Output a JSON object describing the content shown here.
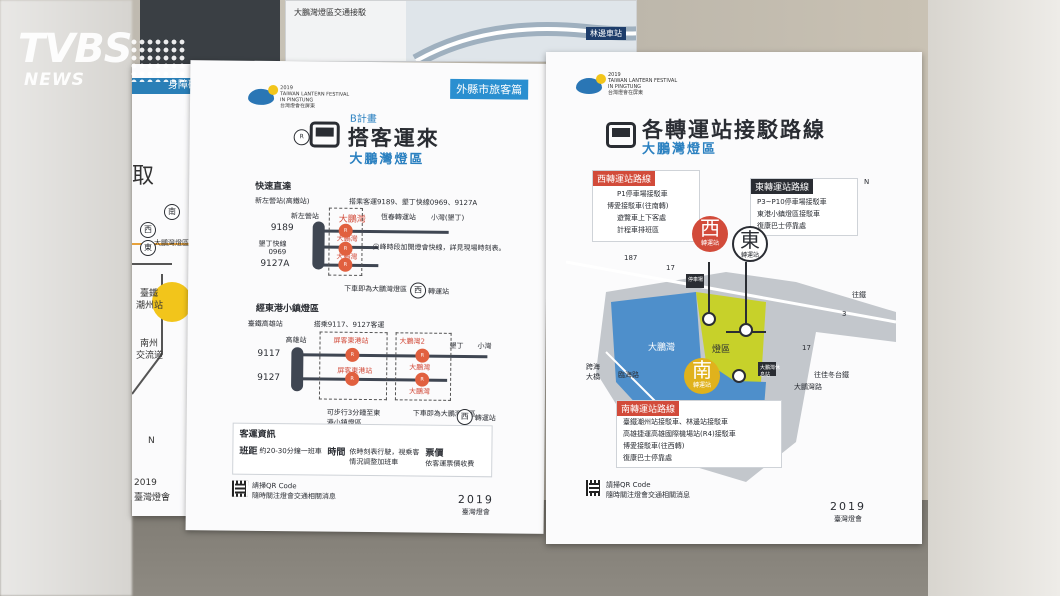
{
  "watermark": {
    "line1": "TVBS",
    "line2": "NEWS"
  },
  "top_poster": {
    "title": "大鵬灣燈區交通接駁",
    "station_label": "林邊車站"
  },
  "left_poster": {
    "tag": "身障礙篇",
    "big_char": "取",
    "labels": [
      "西",
      "南",
      "東",
      "大鵬灣燈區",
      "臺鐵",
      "潮州站",
      "南州",
      "交流道",
      "N",
      "2019",
      "臺灣燈會"
    ]
  },
  "middle_poster": {
    "logo_text": [
      "2019",
      "TAIWAN LANTERN FESTIVAL",
      "IN PINGTUNG",
      "台灣燈會在屏東"
    ],
    "tag": "外縣市旅客篇",
    "plan": "B計畫",
    "title": "搭客運來",
    "subtitle": "大鵬灣燈區",
    "route_icon": "R",
    "section1": {
      "heading": "快速直達",
      "from_label": "新左營站(高鐵站)",
      "note": "搭乘客運9189、墾丁快線0969、9127A",
      "stops": [
        "新左營站",
        "大鵬灣",
        "恆春轉運站",
        "小灣(墾丁)"
      ],
      "routes": [
        {
          "code": "9189",
          "sub": ""
        },
        {
          "code": "墾丁快線",
          "sub": "0969"
        },
        {
          "code": "9127A",
          "sub": ""
        }
      ],
      "dashbox_label": "大鵬灣",
      "dashbox_label2": "大鵬灣",
      "remark": "尖峰時段加開燈會快線，詳見現場時刻表。",
      "bottom_note": "下車即為大鵬灣燈區",
      "bottom_seal": "西",
      "bottom_tail": "轉運站"
    },
    "section2": {
      "heading": "經東港小鎮燈區",
      "from_label": "臺鐵高雄站",
      "note": "搭乘9117、9127客運",
      "stops": [
        "高雄站",
        "屏客東港站",
        "大鵬灣2",
        "墾丁",
        "小灣"
      ],
      "routes": [
        {
          "code": "9117"
        },
        {
          "code": "9127"
        }
      ],
      "box_labels": [
        "屏客東港站",
        "大鵬灣",
        "大鵬灣"
      ],
      "walk_note": "可步行3分鐘至東港小鎮燈區",
      "bottom_note": "下車即為大鵬灣燈區",
      "bottom_seal": "西",
      "bottom_tail": "轉運站"
    },
    "info": {
      "heading": "客運資訊",
      "freq_label": "班距",
      "freq_value": "約20-30分鐘一班車",
      "time_label": "時間",
      "time_value": "依時刻表行駛，視乘客情況調整加班車",
      "fare_label": "票價",
      "fare_value": "依客運票價收費"
    },
    "qr_text1": "請掃QR Code",
    "qr_text2": "隨時關注燈會交通相關消息",
    "year": "2019",
    "footer": "臺灣燈會"
  },
  "right_poster": {
    "logo_text": [
      "2019",
      "TAIWAN LANTERN FESTIVAL",
      "IN PINGTUNG",
      "台灣燈會在屏東"
    ],
    "title": "各轉運站接駁路線",
    "subtitle": "大鵬灣燈區",
    "west_box": {
      "heading": "西轉運站路線",
      "lines": [
        "P1停車場接駁車",
        "博愛接駁車(往南轉)",
        "遊覽車上下客處",
        "計程車排班區"
      ]
    },
    "east_box": {
      "heading": "東轉運站路線",
      "lines": [
        "P3~P10停車場接駁車",
        "東港小鎮燈區接駁車",
        "復康巴士停靠處"
      ]
    },
    "south_box": {
      "heading": "南轉運站路線",
      "lines": [
        "臺鐵潮州站接駁車、林邊站接駁車",
        "高雄捷運高雄國際機場站(R4)接駁車",
        "博愛接駁車(往西轉)",
        "復康巴士停靠處"
      ]
    },
    "pins": [
      {
        "big": "西",
        "small": "轉運站",
        "color": "#d24b3a"
      },
      {
        "big": "東",
        "small": "轉運站",
        "color": "#ffffff"
      },
      {
        "big": "南",
        "small": "轉運站",
        "color": "#e0b21c"
      }
    ],
    "map_labels": {
      "road187": "187",
      "road17a": "17",
      "road17b": "17",
      "road3": "3",
      "lake": "大鵬灣",
      "zone": "燈區",
      "bridge": "跨海大橋",
      "coast": "臨海路",
      "dapeng": "大鵬灣路",
      "dapeng2": "往佳冬台鐵",
      "north": "N",
      "nav": "往鐵",
      "center": "大鵬灣休息站",
      "p_lot": "停車場"
    },
    "qr_text1": "請掃QR Code",
    "qr_text2": "隨時關注燈會交通相關消息",
    "year": "2019",
    "footer": "臺灣燈會"
  }
}
